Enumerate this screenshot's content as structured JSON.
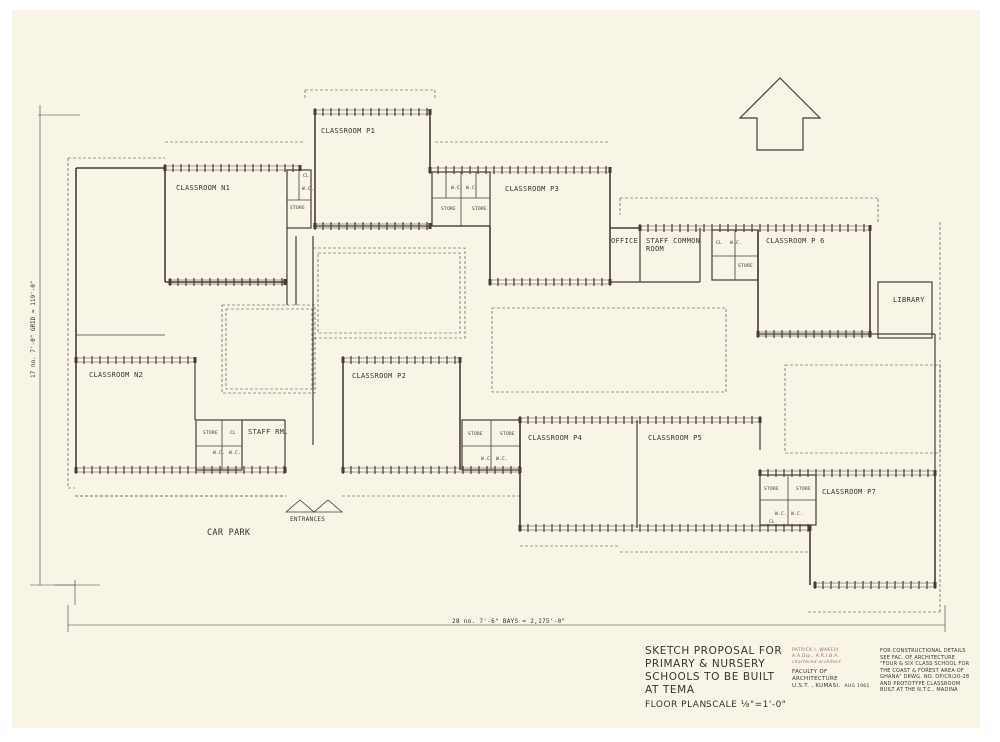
{
  "rooms": {
    "classroom_p1": "CLASSROOM P1",
    "classroom_n1": "CLASSROOM N1",
    "classroom_p3": "CLASSROOM P3",
    "office": "OFFICE",
    "staff_common_room_1": "STAFF COMMON",
    "staff_common_room_2": "ROOM",
    "classroom_p6": "CLASSROOM P 6",
    "library": "LIBRARY",
    "classroom_n2": "CLASSROOM N2",
    "classroom_p2": "CLASSROOM P2",
    "staff_rm": "STAFF RM.",
    "classroom_p4": "CLASSROOM P4",
    "classroom_p5": "CLASSROOM P5",
    "classroom_p7": "CLASSROOM P7",
    "store": "STORE",
    "wc": "W.C.",
    "cl": "CL"
  },
  "site": {
    "car_park": "CAR PARK",
    "entrances": "ENTRANCES",
    "dim_horizontal": "28 no. 7'-6\" BAYS = 2,175'-0\"",
    "dim_vertical": "17 no. 7'-0\" GRID = 119'-0\""
  },
  "title_block": {
    "line1": "SKETCH PROPOSAL FOR",
    "line2": "PRIMARY & NURSERY",
    "line3": "SCHOOLS TO BE BUILT",
    "line4": "AT TEMA",
    "floor_plan": "FLOOR PLAN.",
    "scale": "SCALE ⅛\"=1'-0\""
  },
  "architect": {
    "name": "PATRICK I. WAKELY",
    "quals": "A.A.Dip., A.R.I.B.A.",
    "role": "chartered architect",
    "faculty": "FACULTY OF ARCHITECTURE",
    "university": "U.S.T. , KUMASI.",
    "date": "AUG 1961"
  },
  "notes": {
    "line1": "FOR CONSTRUCTIONAL DETAILS",
    "line2": "SEE FAC. OF ARCHITECTURE",
    "line3": "\"FOUR & SIX CLASS SCHOOL FOR",
    "line4": "THE COAST & FOREST AREA OF",
    "line5": "GHANA\" DRWG. NO. DP/CR/20-28",
    "line6": "AND PROTOTYPE CLASSROOM",
    "line7": "BUILT AT THE N.T.C., MADINA"
  },
  "colors": {
    "ink": "#463c3a",
    "paper": "#f8f4e6",
    "stamp": "#9a6f72"
  },
  "icons": {
    "north_arrow": "north-arrow-icon"
  }
}
